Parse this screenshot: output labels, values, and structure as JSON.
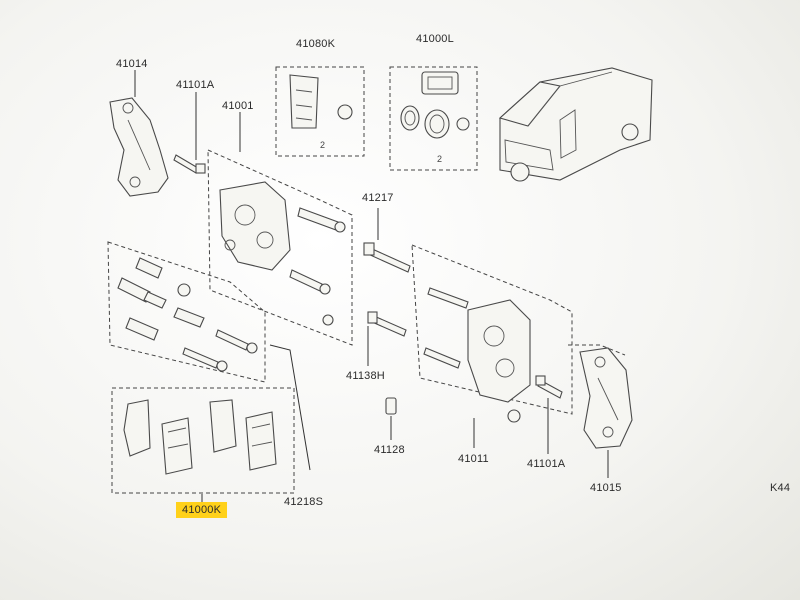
{
  "labels": {
    "p41014": "41014",
    "p41101a_top": "41101A",
    "p41001": "41001",
    "p41080k": "41080K",
    "p41000l": "41000L",
    "p41217": "41217",
    "p41138h": "41138H",
    "p41128": "41128",
    "p41011": "41011",
    "p41101a_bottom": "41101A",
    "p41015": "41015",
    "p41218s": "41218S",
    "p41000k": "41000K",
    "page_ref": "K44"
  },
  "colors": {
    "highlight": "#ffd11a",
    "line": "#444444"
  }
}
